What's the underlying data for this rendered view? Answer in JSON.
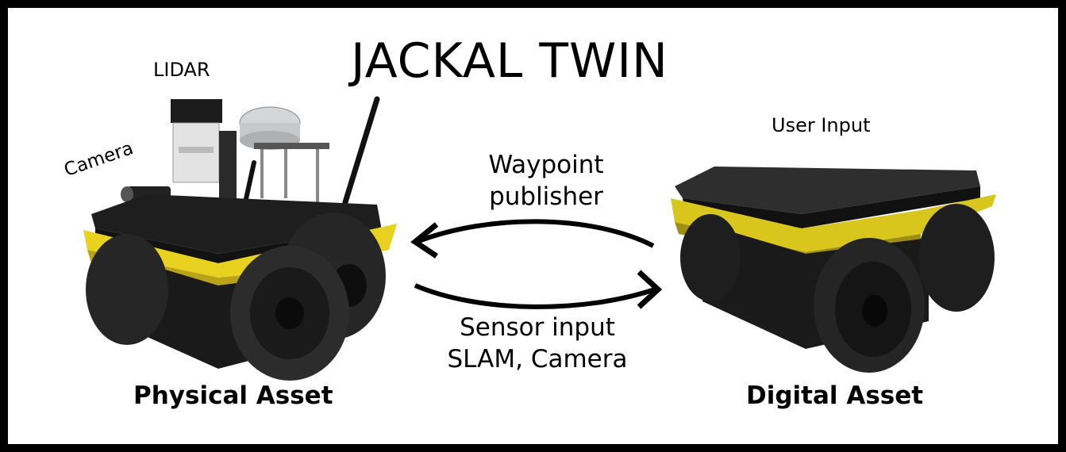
{
  "diagram": {
    "title": "JACKAL TWIN",
    "physical": {
      "caption": "Physical Asset",
      "sensor_labels": [
        "LIDAR",
        "Camera"
      ]
    },
    "digital": {
      "caption": "Digital Asset",
      "input_label": "User Input"
    },
    "arrows": {
      "to_physical": {
        "lines": [
          "Waypoint",
          "publisher"
        ]
      },
      "to_digital": {
        "lines": [
          "Sensor input",
          "SLAM, Camera"
        ]
      }
    }
  },
  "colors": {
    "border": "#000000",
    "background": "#ffffff",
    "robot_body": "#1b1b1b",
    "robot_yellow": "#e8d21f",
    "arrow": "#000000"
  },
  "icons": [
    "physical-robot-icon",
    "digital-robot-icon",
    "arrow-left-icon",
    "arrow-right-icon"
  ]
}
